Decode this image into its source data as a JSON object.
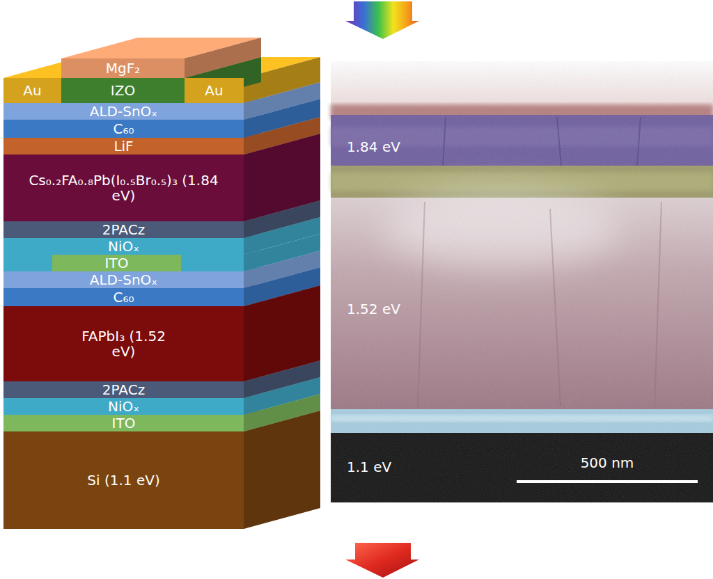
{
  "diagram": {
    "nodes": [
      {
        "text": [
          "MgF₂"
        ]
      },
      {
        "text": [
          "Au"
        ]
      },
      {
        "text": [
          "IZO"
        ]
      },
      {
        "text": [
          "Au"
        ]
      },
      {
        "text": [
          "ALD-SnOₓ"
        ]
      },
      {
        "text": [
          "C₆₀"
        ]
      },
      {
        "text": [
          "LiF"
        ]
      },
      {
        "text": [
          "Cs₀.₂FA₀.₈Pb(I₀.₅Br₀.₅)₃ (1.84 eV)"
        ]
      },
      {
        "text": [
          "2PACz"
        ]
      },
      {
        "text": [
          "NiOₓ"
        ]
      },
      {
        "text": [
          "ITO"
        ]
      },
      {
        "text": [
          "ALD-SnOₓ"
        ]
      },
      {
        "text": [
          "C₆₀"
        ]
      },
      {
        "text": [
          "FAPbI₃ (1.52 eV)"
        ]
      },
      {
        "text": [
          "2PACz"
        ]
      },
      {
        "text": [
          "NiOₓ"
        ]
      },
      {
        "text": [
          "ITO"
        ]
      },
      {
        "text": [
          "Si (1.1 eV)"
        ]
      }
    ],
    "labels": [
      "1.84 eV",
      "1.52 eV",
      "1.1 eV",
      "500 nm"
    ]
  }
}
